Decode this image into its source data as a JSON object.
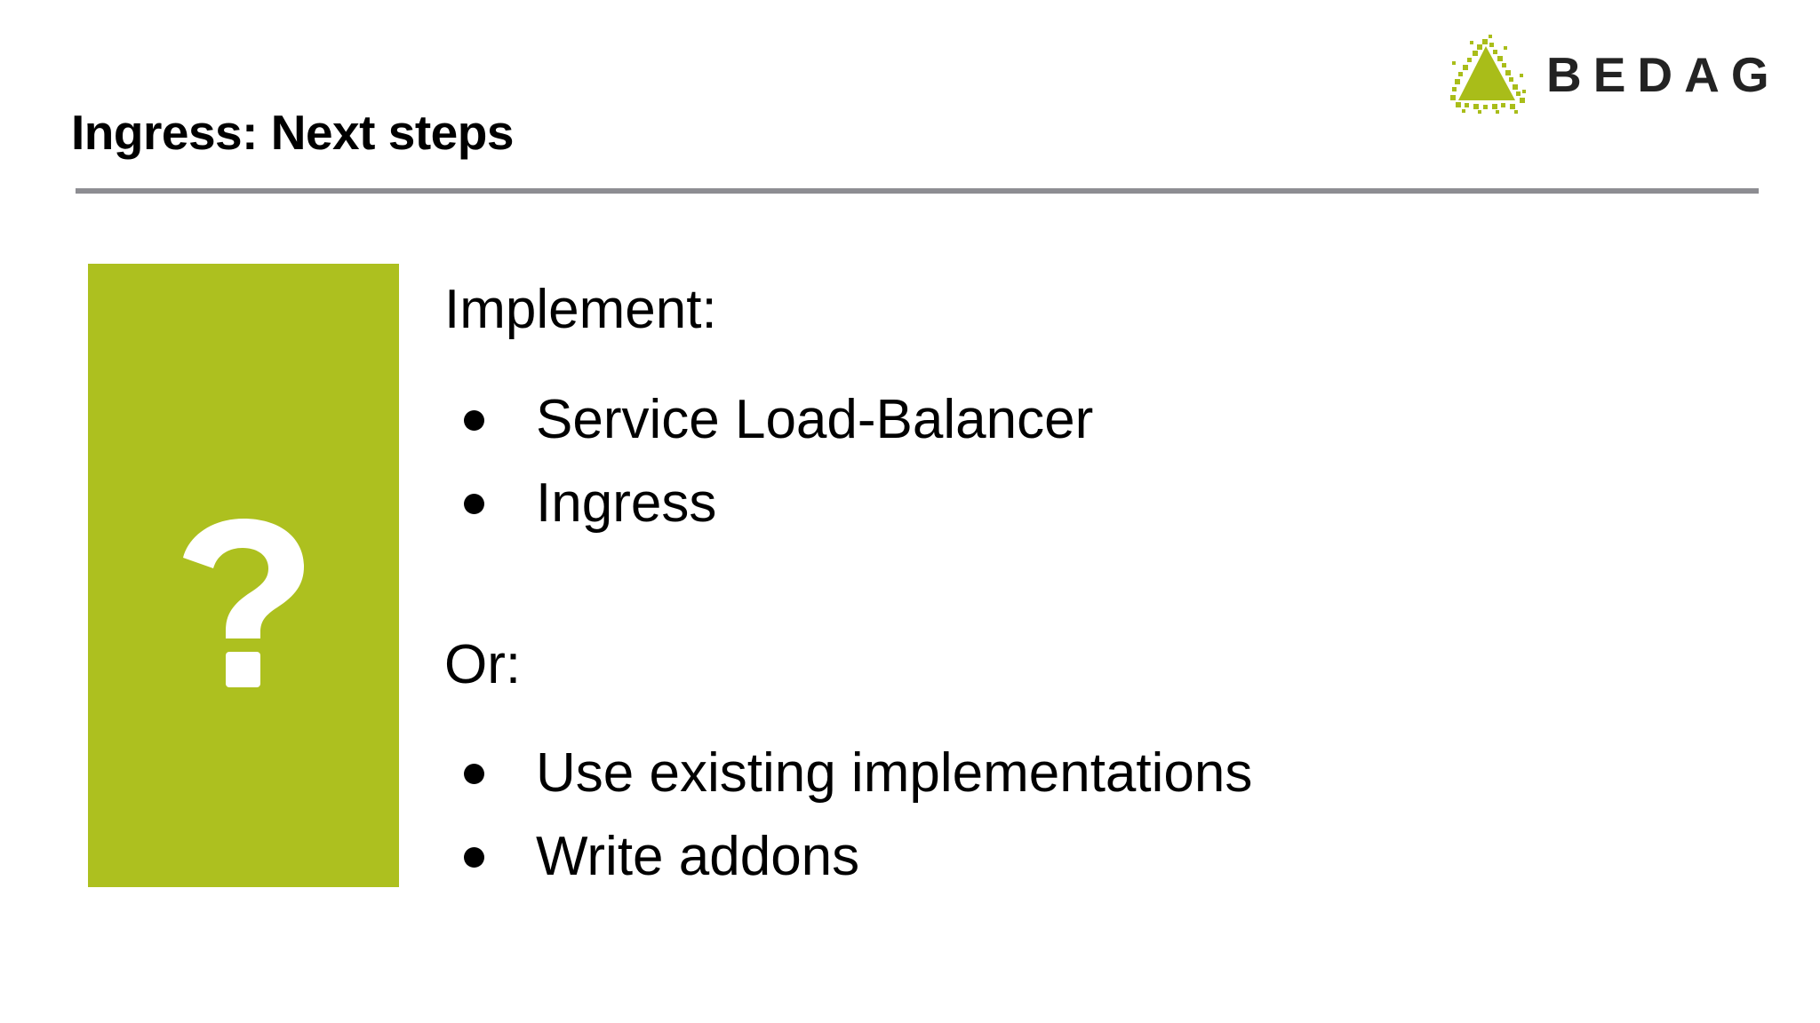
{
  "slide": {
    "title": "Ingress: Next steps",
    "background_color": "#ffffff",
    "rule_color": "#8d8d92"
  },
  "logo": {
    "wordmark": "BEDAG",
    "mark_icon": "pixelated-triangle-icon",
    "mark_color": "#a9bd19",
    "word_color": "#232323"
  },
  "illustration": {
    "panel_color": "#adc01f",
    "glyph": "?",
    "glyph_icon": "question-mark-icon",
    "glyph_color": "#ffffff"
  },
  "body": {
    "groups": [
      {
        "lead": "Implement:",
        "items": [
          "Service Load-Balancer",
          "Ingress"
        ]
      },
      {
        "lead": "Or:",
        "items": [
          "Use existing implementations",
          "Write addons"
        ]
      }
    ]
  }
}
